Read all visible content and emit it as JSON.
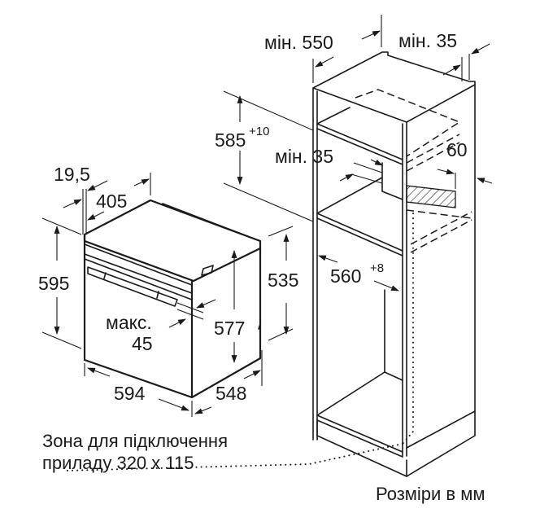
{
  "diagram": {
    "type": "installation-dimension-drawing",
    "units_caption": "Розміри в мм",
    "connection_zone": {
      "line1": "Зона для підключення",
      "line2": "приладу 320 x 115"
    },
    "oven": {
      "height": "595",
      "width": "594",
      "depth": "548",
      "body_height": "577",
      "side_height": "535",
      "top_depth": "405",
      "front_panel": "19,5",
      "max_label": "макс.",
      "max_value": "45"
    },
    "cabinet": {
      "min_depth": "мін. 550",
      "min_back_gap": "мін. 35",
      "niche_height": "585",
      "niche_height_tol": "+10",
      "min_shelf_gap": "мін. 35",
      "vent_depth": "60",
      "niche_width": "560",
      "niche_width_tol": "+8"
    },
    "colors": {
      "line": "#1a1a1a",
      "background": "#ffffff"
    }
  }
}
